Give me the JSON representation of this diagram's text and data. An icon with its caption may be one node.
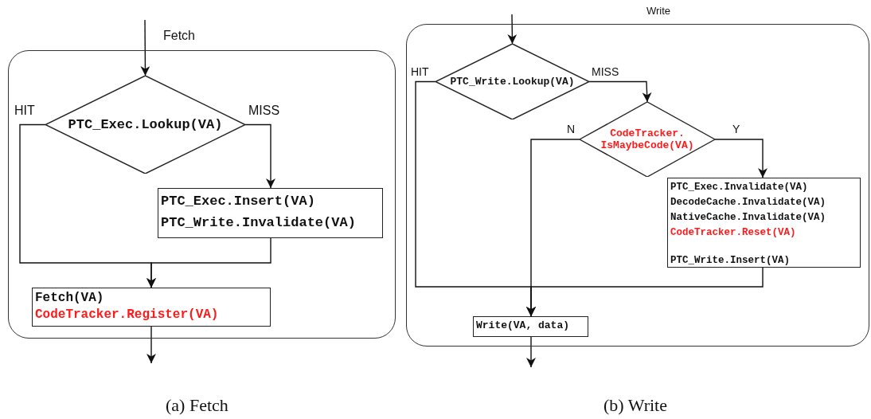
{
  "diagram": {
    "nodes": [
      {
        "text": [
          "Fetch"
        ]
      },
      {
        "text": [
          "PTC_Exec.Lookup(VA)"
        ],
        "in": 0
      },
      {
        "text": [
          "PTC_Exec.Insert(VA)",
          "PTC_Write.Invalidate(VA)"
        ],
        "in": 0
      },
      {
        "text": [
          "Fetch(VA)",
          "CodeTracker.Register(VA)"
        ],
        "in": 0
      },
      {
        "text": [
          "Write"
        ]
      },
      {
        "text": [
          "PTC_Write.Lookup(VA)"
        ],
        "in": 4
      },
      {
        "text": [
          "CodeTracker. IsMaybeCode(VA)"
        ],
        "in": 4
      },
      {
        "text": [
          "PTC_Exec.Invalidate(VA)",
          "DecodeCache.Invalidate(VA)",
          "NativeCache.Invalidate(VA)",
          "CodeTracker.Reset(VA)",
          "PTC_Write.Insert(VA)"
        ],
        "in": 4
      },
      {
        "text": [
          "Write(VA, data)"
        ],
        "in": 4
      }
    ],
    "edges": [
      {
        "from": null,
        "to": 1,
        "arrow": "to"
      },
      {
        "from": 1,
        "to": 2,
        "arrow": "to",
        "label": "MISS"
      },
      {
        "from": 1,
        "to": 3,
        "arrow": "to",
        "label": "HIT"
      },
      {
        "from": 2,
        "to": 3,
        "arrow": "to"
      },
      {
        "from": 3,
        "to": null,
        "arrow": "to"
      },
      {
        "from": null,
        "to": 5,
        "arrow": "to"
      },
      {
        "from": 5,
        "to": 6,
        "arrow": "to",
        "label": "MISS"
      },
      {
        "from": 6,
        "to": 8,
        "arrow": "to",
        "label": "N"
      },
      {
        "from": 6,
        "to": 7,
        "arrow": "to",
        "label": "Y"
      },
      {
        "from": 5,
        "to": 8,
        "arrow": "to",
        "label": "HIT"
      },
      {
        "from": 7,
        "to": 8,
        "arrow": "to"
      },
      {
        "from": 8,
        "to": null,
        "arrow": "to"
      }
    ],
    "labels": [
      "(a) Fetch",
      "(b) Write"
    ]
  }
}
